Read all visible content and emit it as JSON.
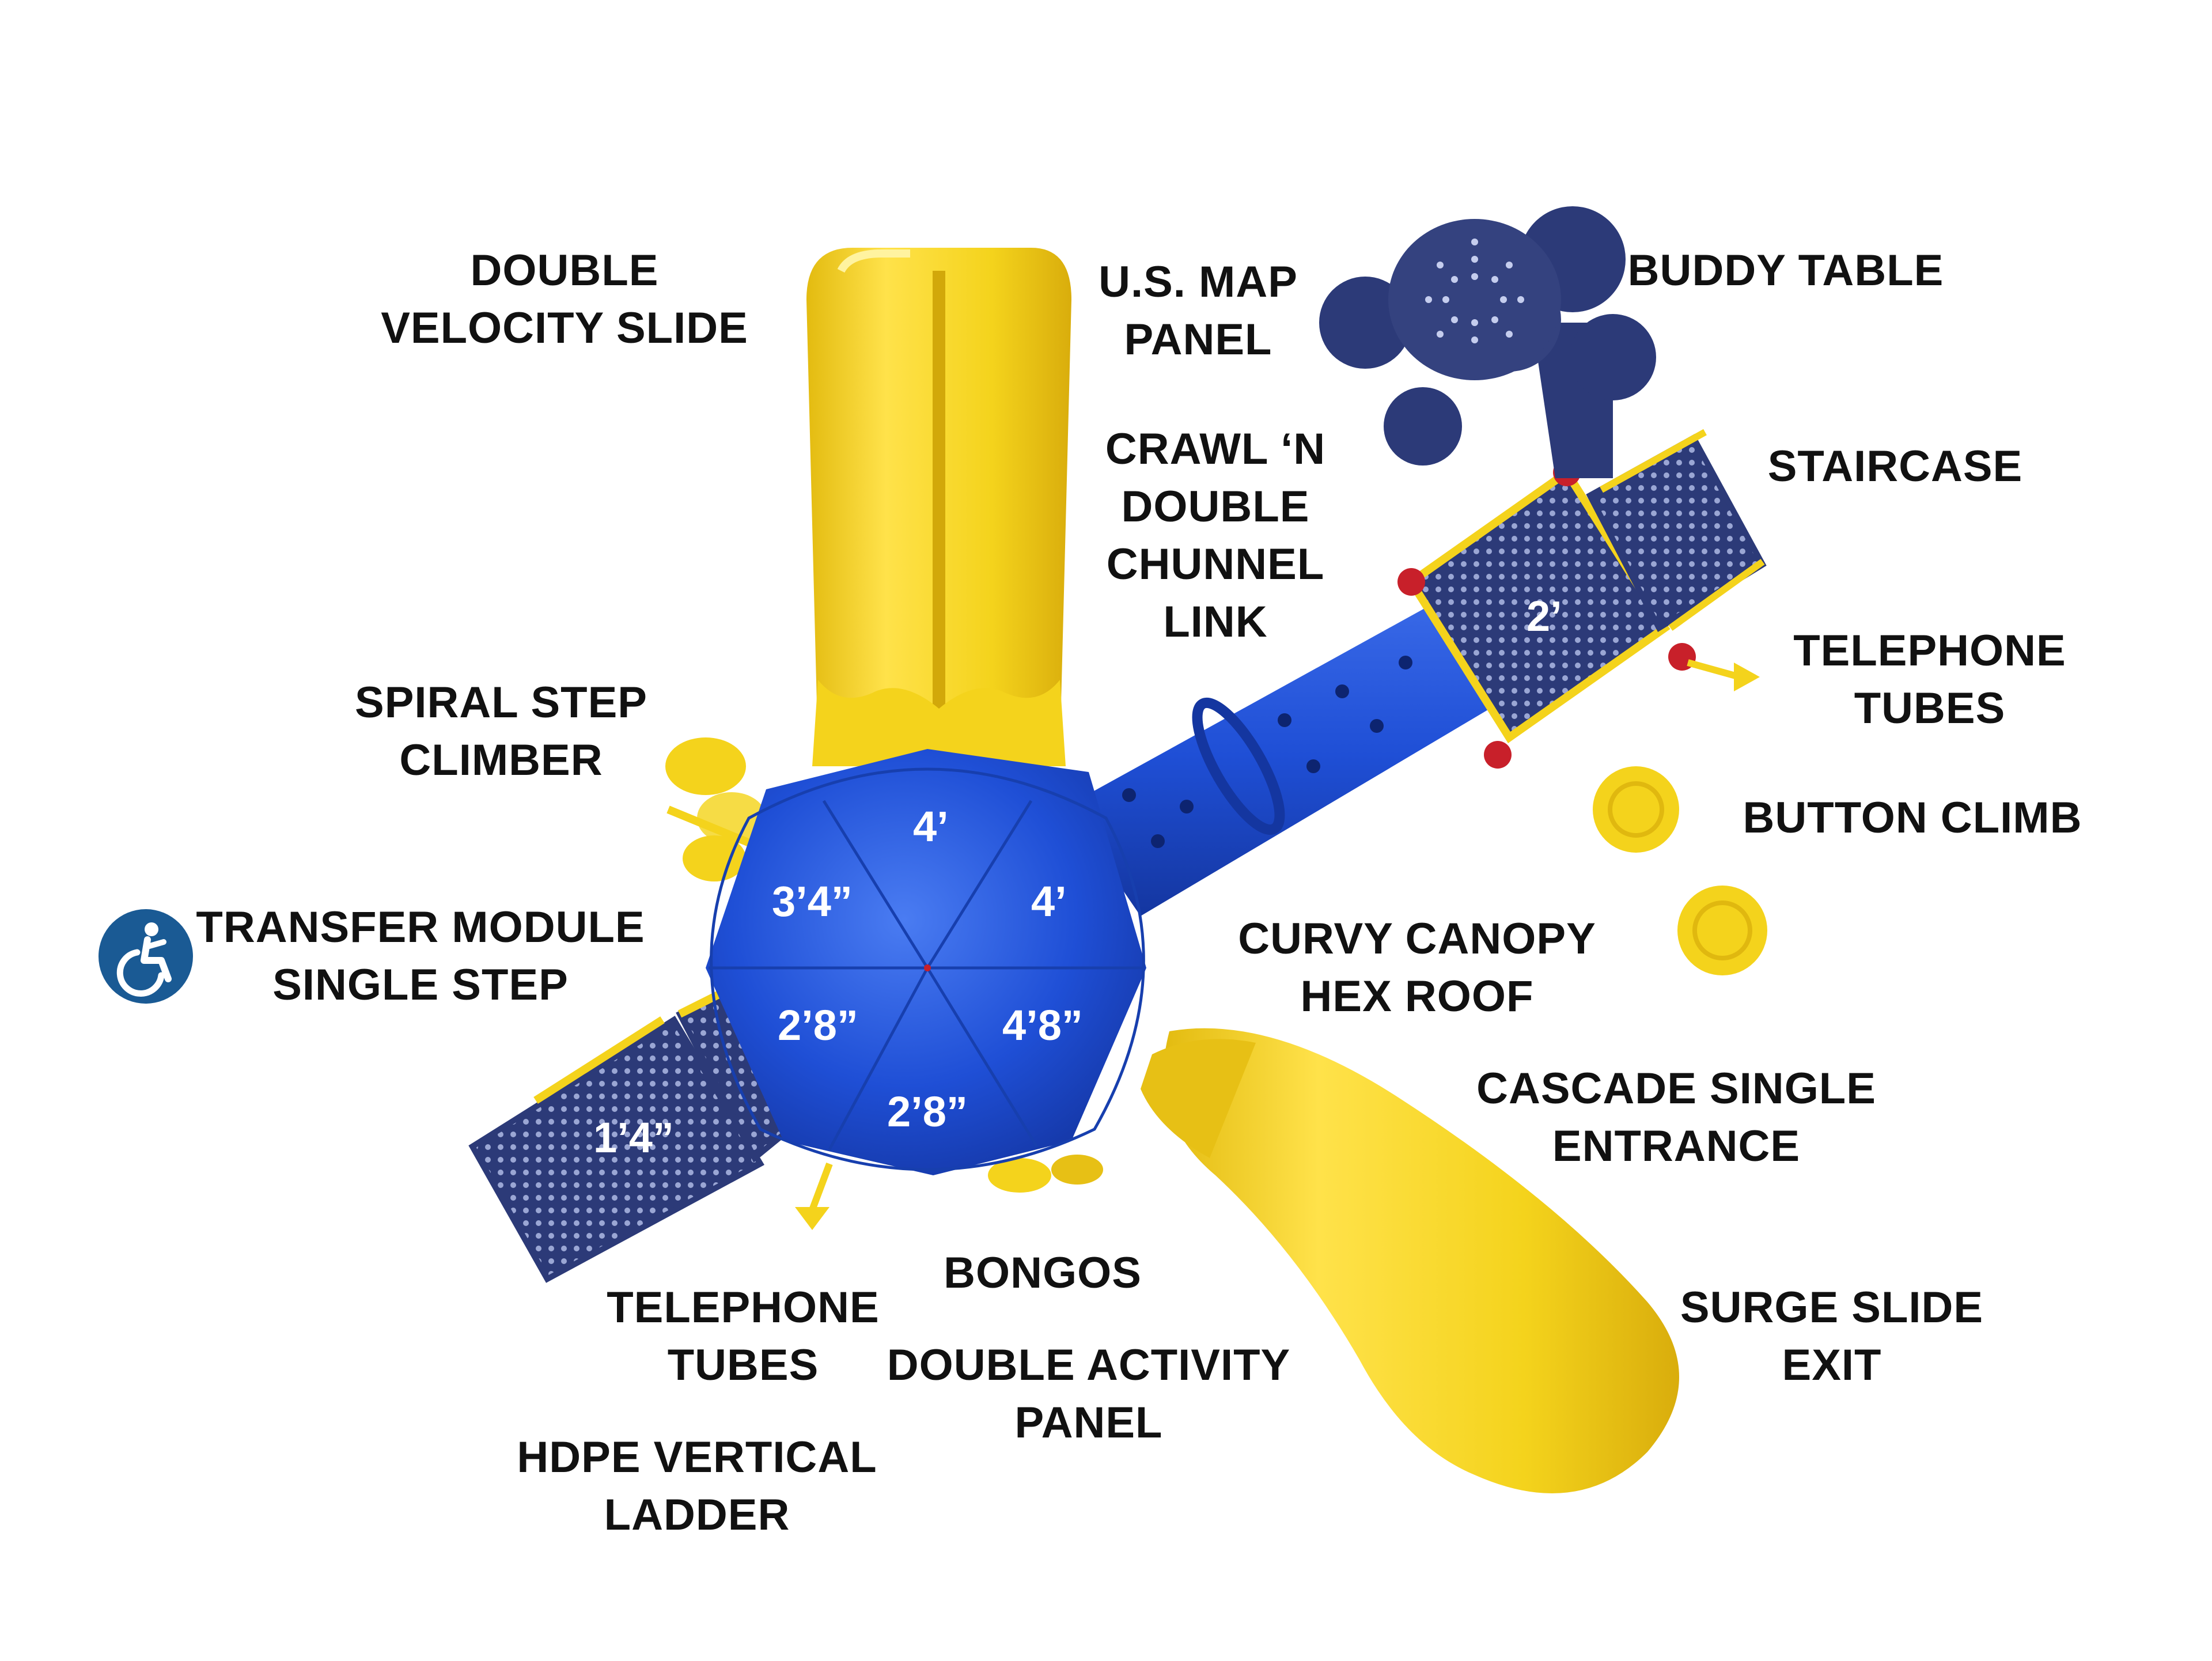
{
  "labels": {
    "double_velocity_slide": [
      "DOUBLE",
      "VELOCITY SLIDE"
    ],
    "us_map_panel": [
      "U.S. MAP",
      "PANEL"
    ],
    "buddy_table": [
      "BUDDY TABLE"
    ],
    "crawl_n_double_chunnel_link": [
      "CRAWL ‘N",
      "DOUBLE",
      "CHUNNEL",
      "LINK"
    ],
    "staircase": [
      "STAIRCASE"
    ],
    "telephone_tubes_right": [
      "TELEPHONE",
      "TUBES"
    ],
    "spiral_step_climber": [
      "SPIRAL STEP",
      "CLIMBER"
    ],
    "button_climb": [
      "BUTTON CLIMB"
    ],
    "transfer_module_single_step": [
      "TRANSFER MODULE",
      "SINGLE STEP"
    ],
    "curvy_canopy_hex_roof": [
      "CURVY CANOPY",
      "HEX ROOF"
    ],
    "cascade_single_entrance": [
      "CASCADE SINGLE",
      "ENTRANCE"
    ],
    "bongos": [
      "BONGOS"
    ],
    "telephone_tubes_left": [
      "TELEPHONE",
      "TUBES"
    ],
    "double_activity_panel": [
      "DOUBLE ACTIVITY",
      "PANEL"
    ],
    "surge_slide_exit": [
      "SURGE SLIDE",
      "EXIT"
    ],
    "hdpe_vertical_ladder": [
      "HDPE VERTICAL",
      "LADDER"
    ]
  },
  "deck_heights": {
    "roof_top": "4’",
    "roof_upper_left": "3’4”",
    "roof_upper_right": "4’",
    "roof_lower_left": "2’8”",
    "roof_lower_right": "4’8”",
    "roof_bottom": "2’8”",
    "transfer_deck": "1’4”",
    "stair_deck": "2’"
  },
  "icons": {
    "accessibility": "wheelchair-accessible-icon"
  },
  "colors": {
    "yellow": "#f4d31c",
    "blue": "#1f4fd6",
    "navy": "#2c3a78",
    "red": "#c8202a",
    "badge": "#1a5a94"
  }
}
